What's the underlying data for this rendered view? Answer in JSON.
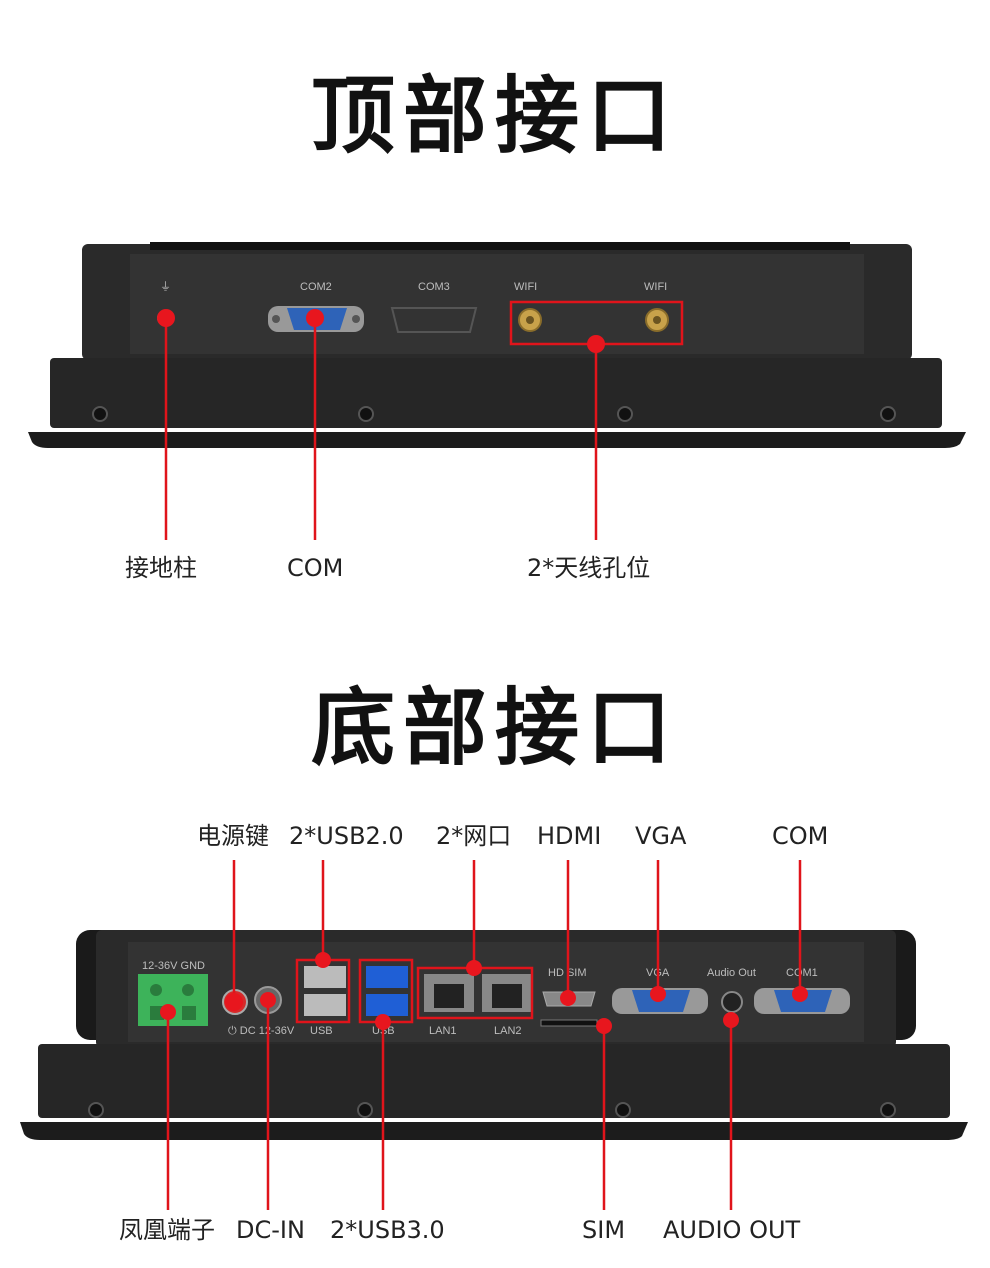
{
  "top_section": {
    "title": "顶部接口",
    "panel_labels": {
      "ground": "⏚",
      "com2": "COM2",
      "com3": "COM3",
      "wifi1": "WIFI",
      "wifi2": "WIFI"
    },
    "callouts": {
      "ground_post": "接地柱",
      "com": "COM",
      "antenna": "2*天线孔位"
    }
  },
  "bottom_section": {
    "title": "底部接口",
    "panel_labels": {
      "power_range": "12-36V GND",
      "dc_label": "⏻ DC 12-36V",
      "usb2": "USB",
      "usb3": "USB",
      "lan1": "LAN1",
      "lan2": "LAN2",
      "hd_sim": "HD SIM",
      "vga": "VGA",
      "audio_out": "Audio Out",
      "com1": "COM1"
    },
    "callouts_top": {
      "power_button": "电源键",
      "usb20": "2*USB2.0",
      "lan": "2*网口",
      "hdmi": "HDMI",
      "vga": "VGA",
      "com": "COM"
    },
    "callouts_bottom": {
      "phoenix": "凤凰端子",
      "dcin": "DC-IN",
      "usb30": "2*USB3.0",
      "sim": "SIM",
      "audio": "AUDIO OUT"
    }
  },
  "colors": {
    "accent_red": "#e0141b",
    "panel_dark": "#2b2b2b",
    "terminal_green": "#3db35a",
    "usb3_blue": "#1f5fd6",
    "db9_blue": "#2e63b8"
  }
}
